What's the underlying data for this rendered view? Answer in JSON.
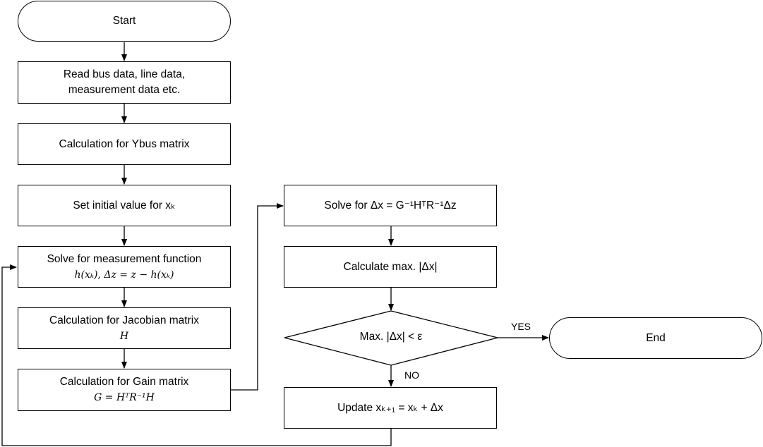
{
  "nodes": {
    "start": "Start",
    "read": [
      "Read bus data, line data,",
      "measurement data etc."
    ],
    "ybus": "Calculation for Ybus matrix",
    "initial": "Set initial value for xₖ",
    "meas": [
      "Solve for measurement function",
      "h(xₖ), Δz = z − h(xₖ)"
    ],
    "jacobian": [
      "Calculation for Jacobian matrix",
      "H"
    ],
    "gain": [
      "Calculation for Gain matrix",
      "G = HᵀR⁻¹H"
    ],
    "solve_dx": "Solve for Δx = G⁻¹HᵀR⁻¹Δz",
    "calc_max": "Calculate max. |Δx|",
    "decision": "Max. |Δx| < ε",
    "update": "Update xₖ₊₁ = xₖ + Δx",
    "end": "End"
  },
  "edge_labels": {
    "yes": "YES",
    "no": "NO"
  }
}
